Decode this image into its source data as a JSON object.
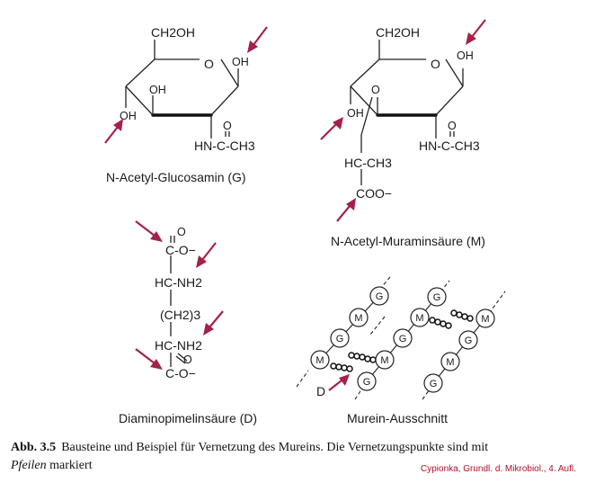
{
  "glucosamin": {
    "ch2oh": "CH2OH",
    "ring_o": "O",
    "oh_right": "OH",
    "oh_mid": "OH",
    "oh_left": "OH",
    "carbonyl_o": "O",
    "hn_c_ch3": "HN-C-CH3",
    "name": "N-Acetyl-Glucosamin (G)"
  },
  "muramin": {
    "ch2oh": "CH2OH",
    "ring_o": "O",
    "oh_right": "OH",
    "ether_o": "O",
    "oh_left": "OH",
    "carbonyl_o": "O",
    "hn_c_ch3": "HN-C-CH3",
    "hc_ch3": "HC-CH3",
    "coo": "COO−",
    "name": "N-Acetyl-Muraminsäure (M)"
  },
  "diaminopimelin": {
    "o_top": "O",
    "co_top": "C-O−",
    "hc_nh2_top": "HC-NH2",
    "ch2_3": "(CH2)3",
    "hc_nh2_bottom": "HC-NH2",
    "o_bottom": "O",
    "co_bottom": "C-O−",
    "name": "Diaminopimelinsäure (D)"
  },
  "murein": {
    "name": "Murein-Ausschnitt",
    "d_label": "D",
    "node_g": "G",
    "node_m": "M"
  },
  "caption": {
    "abb": "Abb. 3.5",
    "text": "Bausteine und Beispiel für Vernetzung des Mureins. Die Vernetzungspunkte sind mit",
    "italic": "Pfeilen",
    "text_end": " markiert"
  },
  "credit": "Cypionka, Grundl. d. Mikrobiol., 4. Aufl.",
  "colors": {
    "arrow": "#a3214a",
    "credit": "#b2102a"
  }
}
